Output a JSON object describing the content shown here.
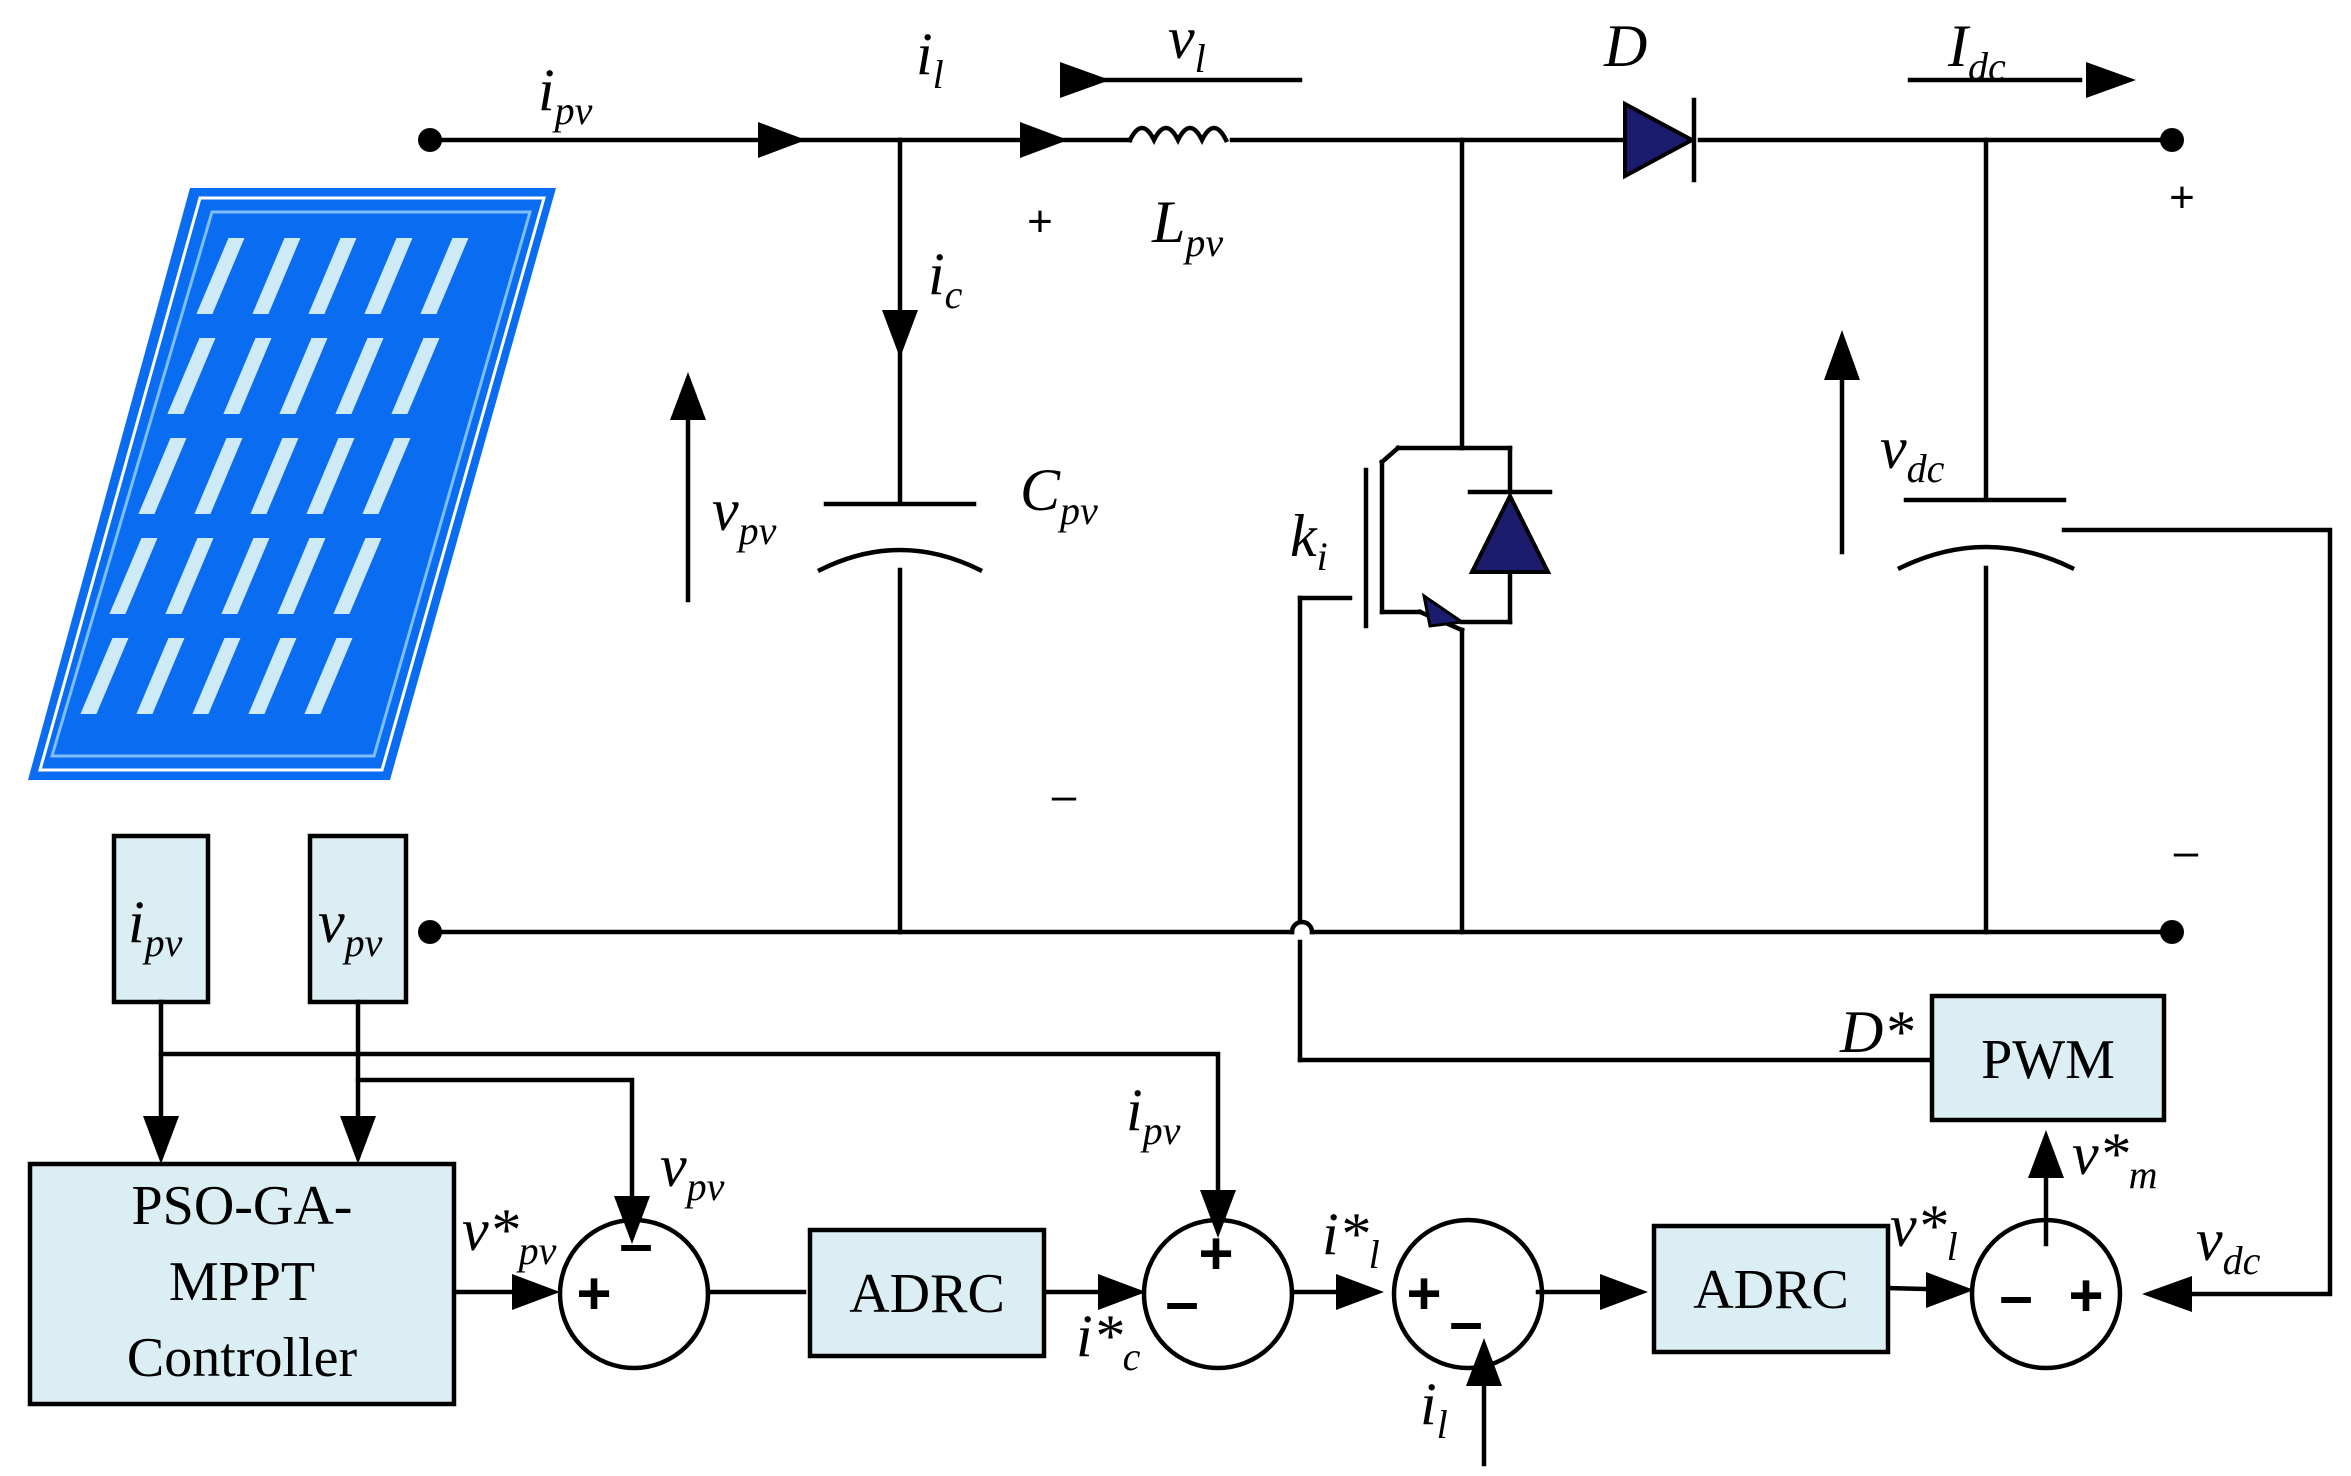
{
  "labels": {
    "i_pv_top": "i",
    "i_pv_top_sub": "pv",
    "i_l_top": "i",
    "i_l_top_sub": "l",
    "v_l": "v",
    "v_l_sub": "l",
    "D": "D",
    "I_dc": "I",
    "I_dc_sub": "dc",
    "L_pv": "L",
    "L_pv_sub": "pv",
    "i_c": "i",
    "i_c_sub": "c",
    "v_pv": "v",
    "v_pv_sub": "pv",
    "C_pv": "C",
    "C_pv_sub": "pv",
    "k_i": "k",
    "k_i_sub": "i",
    "v_dc": "v",
    "v_dc_sub": "dc",
    "plus": "+",
    "minus": "–"
  },
  "sensors": {
    "ipv": "i",
    "ipv_sub": "pv",
    "vpv": "v",
    "vpv_sub": "pv"
  },
  "blocks": {
    "mppt_line1": "PSO-GA-",
    "mppt_line2": "MPPT",
    "mppt_line3": "Controller",
    "adrc1": "ADRC",
    "adrc2": "ADRC",
    "pwm": "PWM"
  },
  "signals": {
    "vstar_pv": "v*",
    "vstar_pv_sub": "pv",
    "vpv_fb": "v",
    "vpv_fb_sub": "pv",
    "ipv_fb": "i",
    "ipv_fb_sub": "pv",
    "istar_c": "i*",
    "istar_c_sub": "c",
    "istar_l": "i*",
    "istar_l_sub": "l",
    "il_fb": "i",
    "il_fb_sub": "l",
    "vstar_l": "v*",
    "vstar_l_sub": "l",
    "vstar_m": "v*",
    "vstar_m_sub": "m",
    "vdc_fb": "v",
    "vdc_fb_sub": "dc",
    "dstar": "D*"
  },
  "sum_signs": {
    "s1_left": "+",
    "s1_top": "–",
    "s2_top": "+",
    "s2_left": "–",
    "s3_left": "+",
    "s3_bottom": "–",
    "s4_left": "–",
    "s4_right": "+"
  },
  "colors": {
    "block_fill": "#daeef3",
    "panel_blue": "#0a6cf0",
    "panel_cell": "#cfeaf7",
    "diode_fill": "#1c1c6e"
  }
}
